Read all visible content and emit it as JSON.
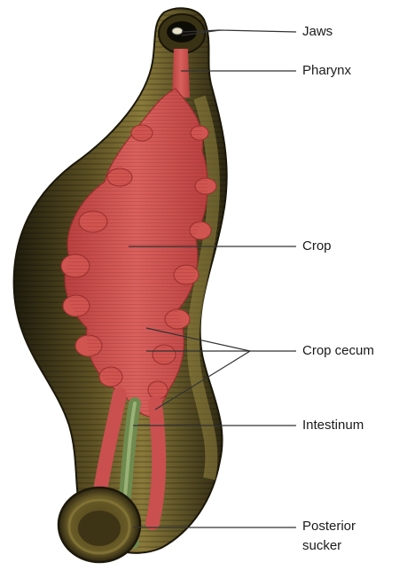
{
  "labels": {
    "jaws": "Jaws",
    "pharynx": "Pharynx",
    "crop": "Crop",
    "crop_cecum": "Crop cecum",
    "intestinum": "Intestinum",
    "posterior_sucker_line1": "Posterior",
    "posterior_sucker_line2": "sucker"
  },
  "colors": {
    "body_dark": "#2e2a14",
    "body_mid": "#5a4e22",
    "body_light": "#8a7a3a",
    "crop_red": "#c9504f",
    "crop_highlight": "#e07a74",
    "intestine_green": "#6f8a4e",
    "leader_line": "#333333"
  }
}
